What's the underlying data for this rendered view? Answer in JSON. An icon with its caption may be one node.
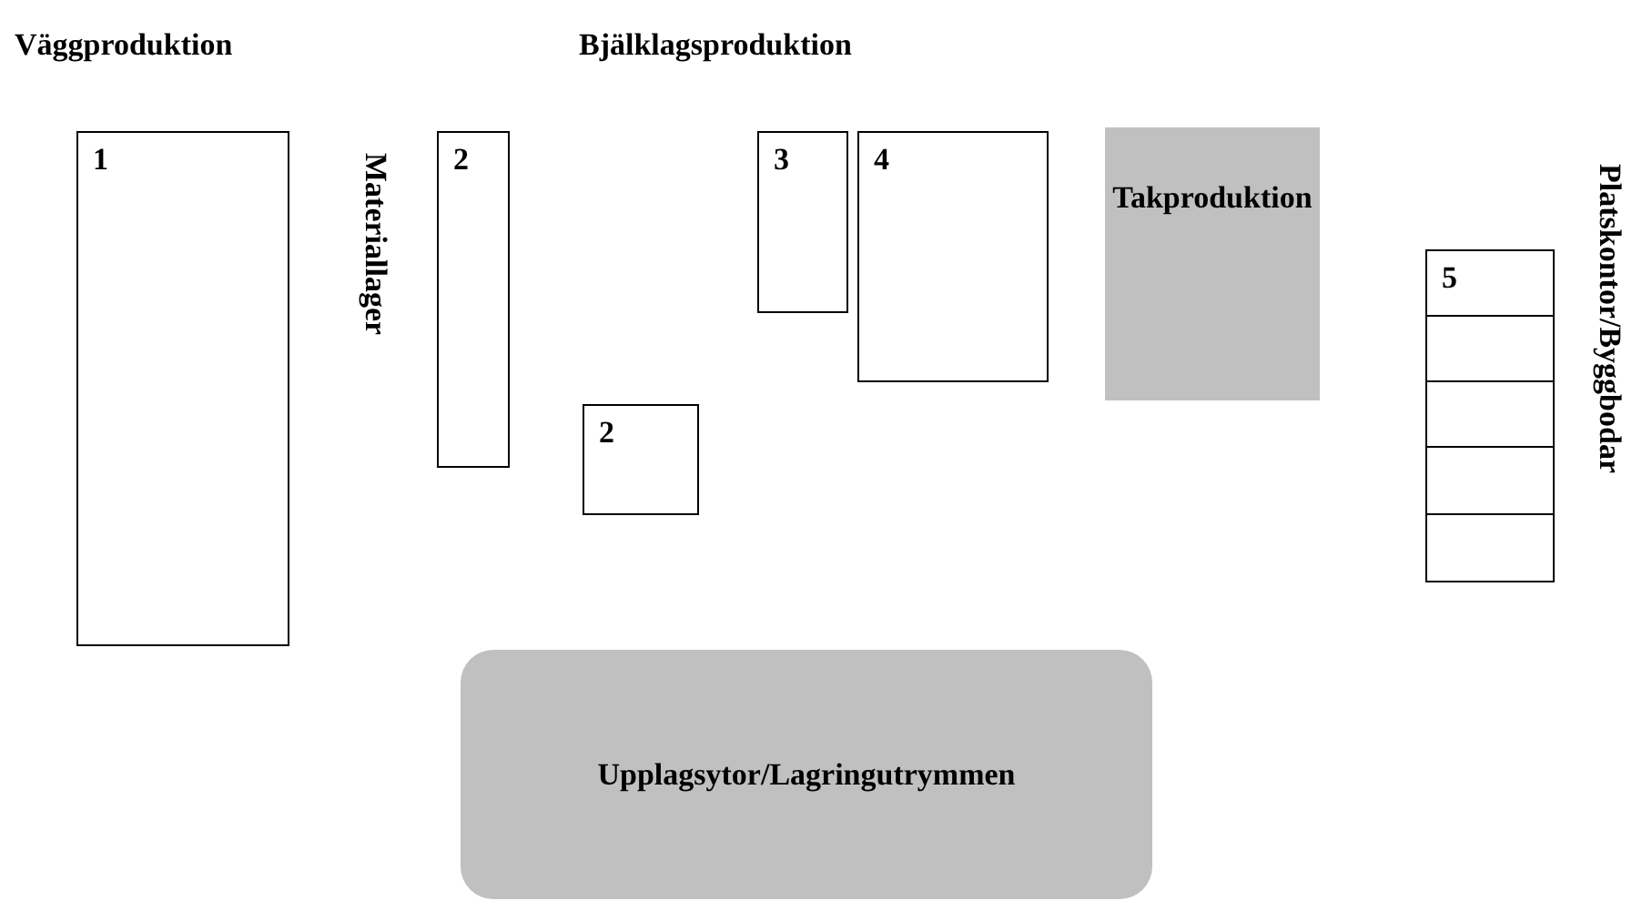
{
  "diagram": {
    "nodes": [
      {
        "text": [
          "1"
        ]
      },
      {
        "text": [
          "2"
        ]
      },
      {
        "text": [
          "3"
        ]
      },
      {
        "text": [
          "4"
        ]
      },
      {
        "text": [
          "Takproduktion"
        ]
      },
      {
        "text": [
          "2"
        ]
      },
      {
        "text": [
          "5"
        ]
      },
      {
        "text": [],
        "shape": "box"
      },
      {
        "text": [],
        "shape": "box"
      },
      {
        "text": [],
        "shape": "box"
      },
      {
        "text": [],
        "shape": "box"
      },
      {
        "text": [
          "Upplagsytor/Lagringutrymmen"
        ]
      }
    ],
    "labels": [
      "Väggproduktion",
      "Bjälklagsproduktion",
      "Materiallager",
      "Platskontor/Byggbodar"
    ]
  }
}
